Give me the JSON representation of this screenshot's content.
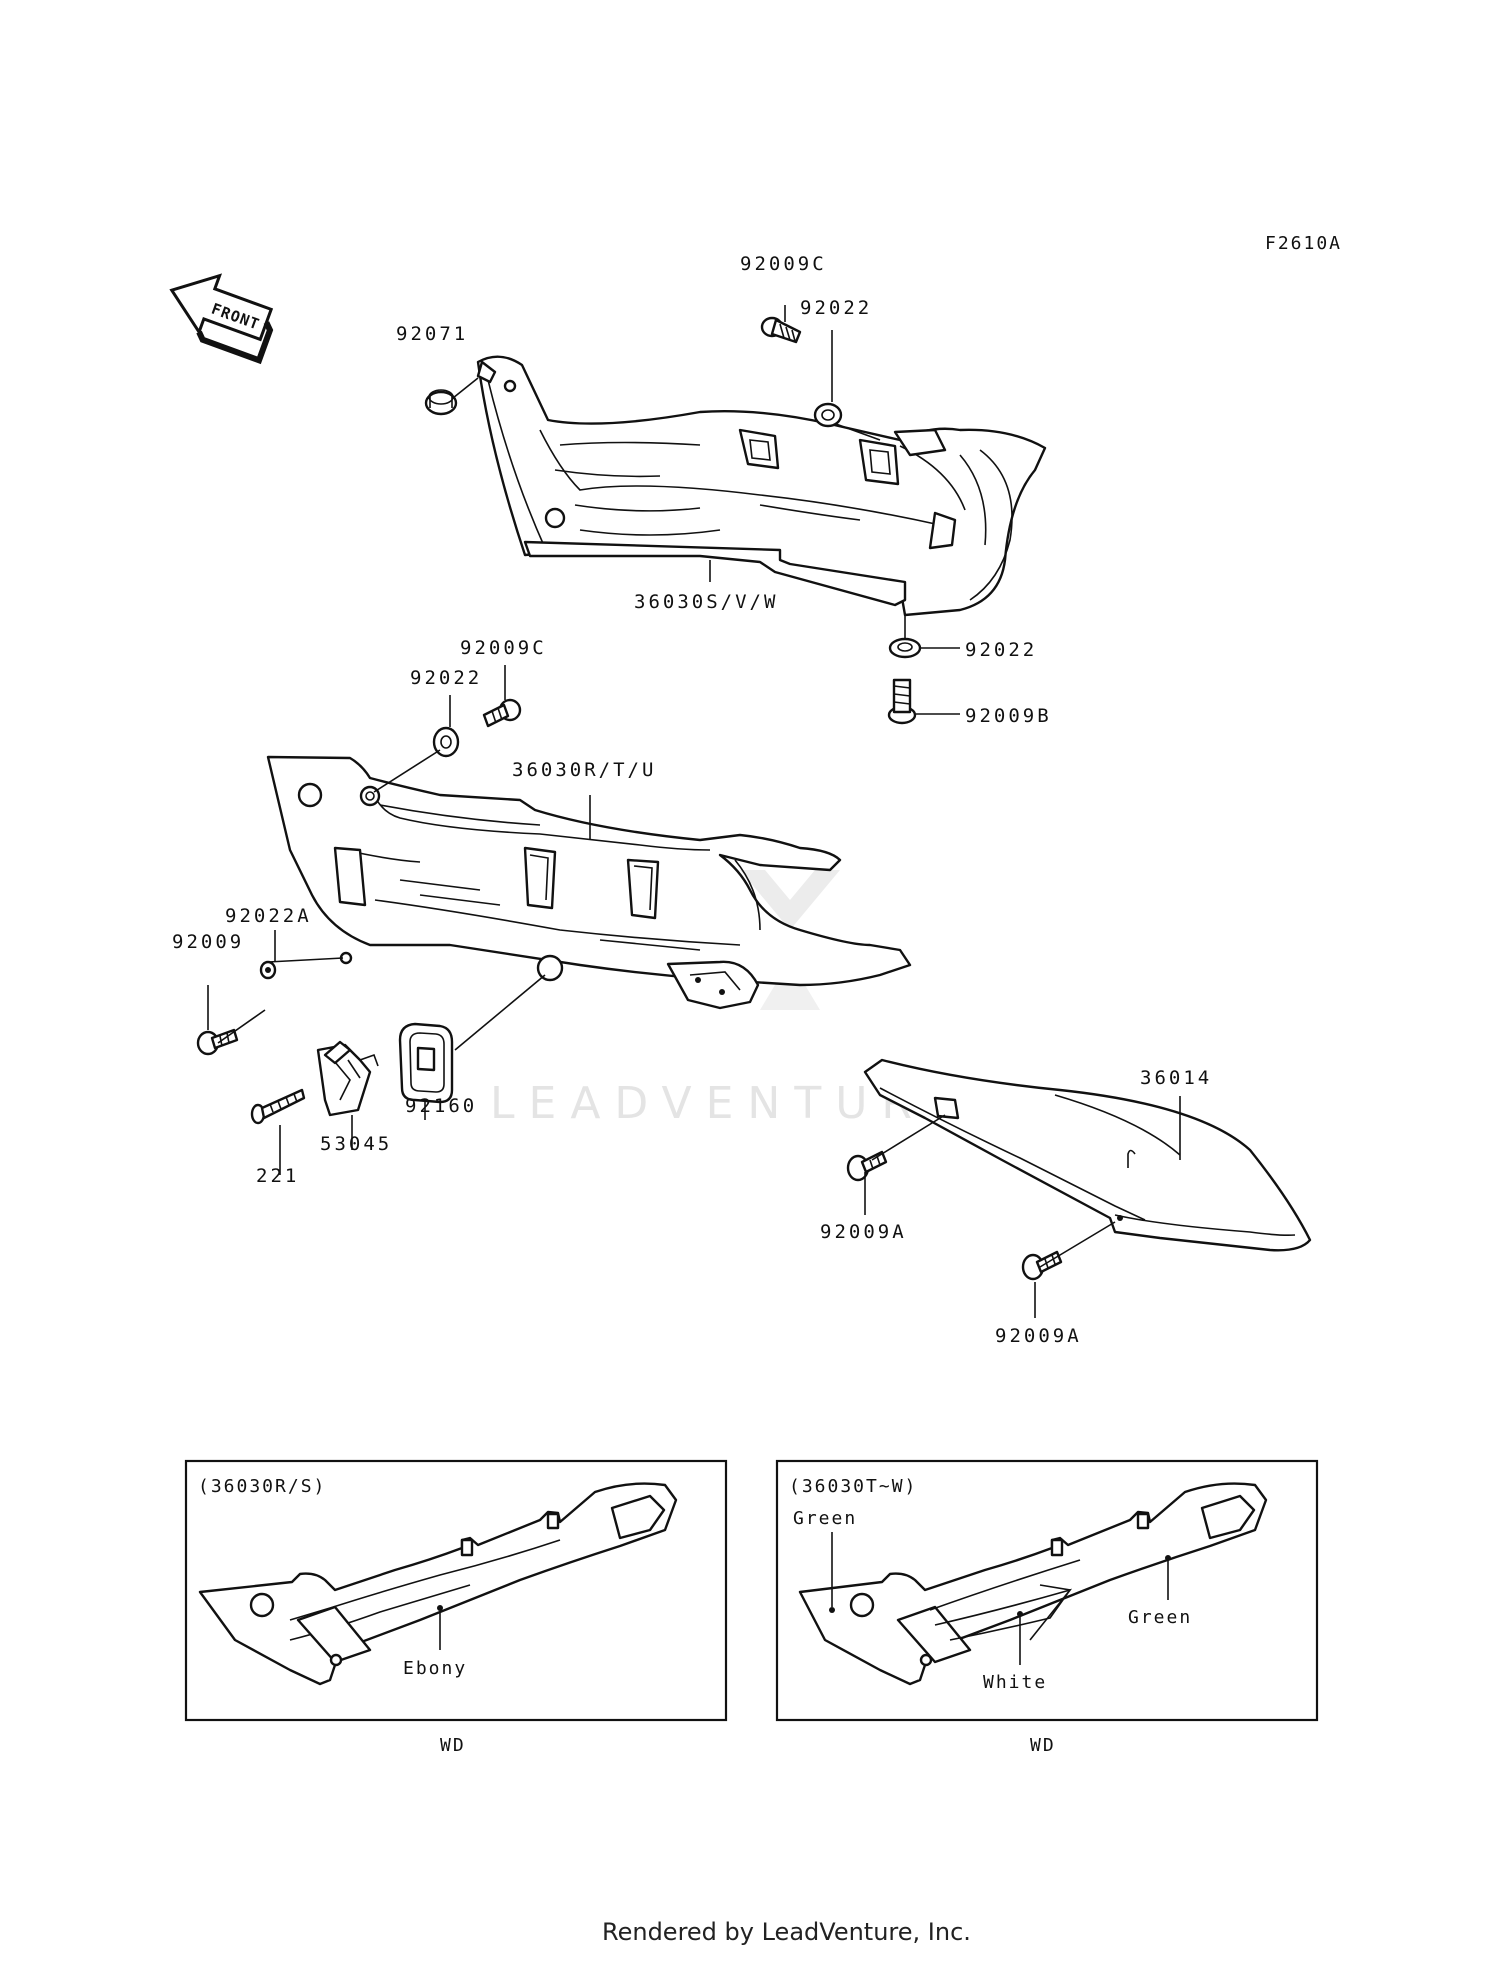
{
  "figure_code": "F2610A",
  "front_arrow": {
    "label": "FRONT"
  },
  "callouts": {
    "p92071": "92071",
    "p92009C_top": "92009C",
    "p92022_top": "92022",
    "p36030SVW": "36030S/V/W",
    "p92022_right": "92022",
    "p92009B": "92009B",
    "p92009C_mid": "92009C",
    "p92022_mid": "92022",
    "p36030RTU": "36030R/T/U",
    "p92022A": "92022A",
    "p92009": "92009",
    "p92160": "92160",
    "p53045": "53045",
    "p221": "221",
    "p36014": "36014",
    "p92009A_1": "92009A",
    "p92009A_2": "92009A"
  },
  "inset_left": {
    "title": "(36030R/S)",
    "color_label": "Ebony",
    "code": "WD"
  },
  "inset_right": {
    "title": "(36030T~W)",
    "color_label_1": "Green",
    "color_label_2": "Green",
    "color_label_3": "White",
    "code": "WD"
  },
  "watermark": "LEADVENTURE",
  "footer": "Rendered by LeadVenture, Inc."
}
